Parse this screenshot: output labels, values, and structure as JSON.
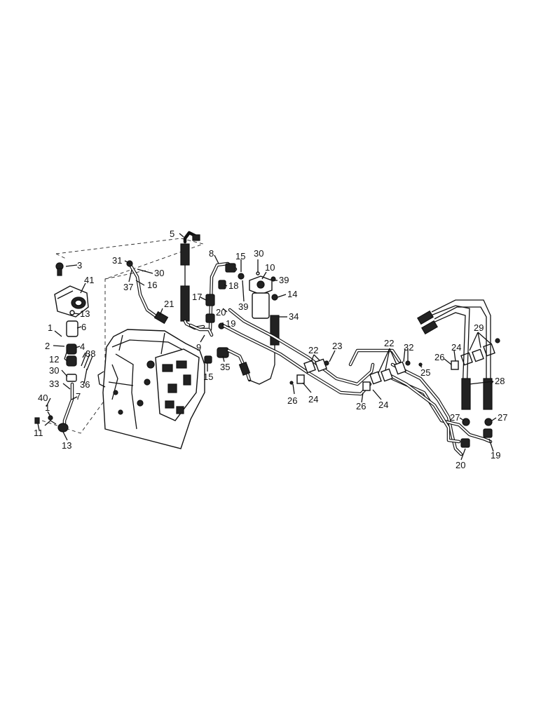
{
  "diagram": {
    "callouts": [
      {
        "id": "c5",
        "text": "5"
      },
      {
        "id": "c3",
        "text": "3"
      },
      {
        "id": "c31",
        "text": "31"
      },
      {
        "id": "c30a",
        "text": "30"
      },
      {
        "id": "c37",
        "text": "37"
      },
      {
        "id": "c16a",
        "text": "16"
      },
      {
        "id": "c41",
        "text": "41"
      },
      {
        "id": "c21",
        "text": "21"
      },
      {
        "id": "c13a",
        "text": "13"
      },
      {
        "id": "c1a",
        "text": "1"
      },
      {
        "id": "c6",
        "text": "6"
      },
      {
        "id": "c2",
        "text": "2"
      },
      {
        "id": "c4",
        "text": "4"
      },
      {
        "id": "c12",
        "text": "12"
      },
      {
        "id": "c38",
        "text": "38"
      },
      {
        "id": "c30b",
        "text": "30"
      },
      {
        "id": "c36",
        "text": "36"
      },
      {
        "id": "c33",
        "text": "33"
      },
      {
        "id": "c7",
        "text": "7"
      },
      {
        "id": "c40",
        "text": "40"
      },
      {
        "id": "c1b",
        "text": "1"
      },
      {
        "id": "c11",
        "text": "11"
      },
      {
        "id": "c13b",
        "text": "13"
      },
      {
        "id": "c8",
        "text": "8"
      },
      {
        "id": "c15a",
        "text": "15"
      },
      {
        "id": "c30c",
        "text": "30"
      },
      {
        "id": "c10",
        "text": "10"
      },
      {
        "id": "c39a",
        "text": "39"
      },
      {
        "id": "c18",
        "text": "18"
      },
      {
        "id": "c17",
        "text": "17"
      },
      {
        "id": "c14",
        "text": "14"
      },
      {
        "id": "c39b",
        "text": "39"
      },
      {
        "id": "c20a",
        "text": "20"
      },
      {
        "id": "c34",
        "text": "34"
      },
      {
        "id": "c19a",
        "text": "19"
      },
      {
        "id": "c9",
        "text": "9"
      },
      {
        "id": "c15b",
        "text": "15"
      },
      {
        "id": "c35",
        "text": "35"
      },
      {
        "id": "c22a",
        "text": "22"
      },
      {
        "id": "c23",
        "text": "23"
      },
      {
        "id": "c26a",
        "text": "26"
      },
      {
        "id": "c24a",
        "text": "24"
      },
      {
        "id": "c22b",
        "text": "22"
      },
      {
        "id": "c32",
        "text": "32"
      },
      {
        "id": "c25",
        "text": "25"
      },
      {
        "id": "c26b",
        "text": "26"
      },
      {
        "id": "c24b",
        "text": "24"
      },
      {
        "id": "c29",
        "text": "29"
      },
      {
        "id": "c24c",
        "text": "24"
      },
      {
        "id": "c26c",
        "text": "26"
      },
      {
        "id": "c28",
        "text": "28"
      },
      {
        "id": "c27a",
        "text": "27"
      },
      {
        "id": "c27b",
        "text": "27"
      },
      {
        "id": "c20b",
        "text": "20"
      },
      {
        "id": "c19b",
        "text": "19"
      }
    ]
  }
}
